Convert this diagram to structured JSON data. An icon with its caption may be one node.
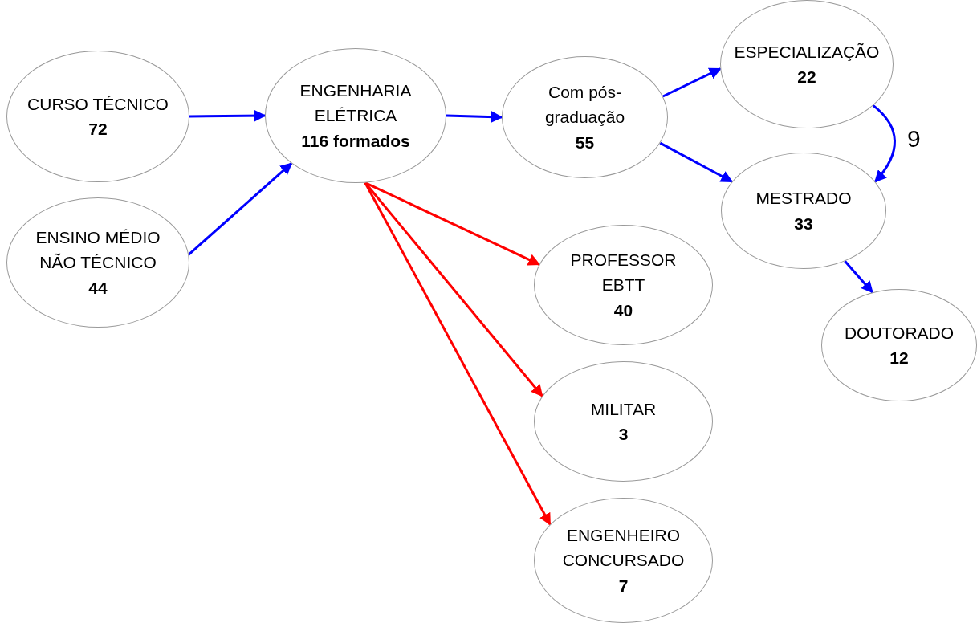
{
  "diagram": {
    "nodes": [
      {
        "text": [
          "CURSO TÉCNICO",
          "72"
        ]
      },
      {
        "text": [
          "ENSINO MÉDIO NÃO TÉCNICO",
          "44"
        ]
      },
      {
        "text": [
          "ENGENHARIA ELÉTRICA",
          "116 formados"
        ]
      },
      {
        "text": [
          "Com pós-graduação",
          "55"
        ]
      },
      {
        "text": [
          "ESPECIALIZAÇÃO",
          "22"
        ]
      },
      {
        "text": [
          "MESTRADO",
          "33"
        ]
      },
      {
        "text": [
          "PROFESSOR EBTT",
          "40"
        ]
      },
      {
        "text": [
          "DOUTORADO",
          "12"
        ]
      },
      {
        "text": [
          "MILITAR",
          "3"
        ]
      },
      {
        "text": [
          "ENGENHEIRO CONCURSADO",
          "7"
        ]
      }
    ],
    "edges": [
      {
        "from": 0,
        "to": 2,
        "arrow": "to"
      },
      {
        "from": 1,
        "to": 2,
        "arrow": "to"
      },
      {
        "from": 2,
        "to": 3,
        "arrow": "to"
      },
      {
        "from": 3,
        "to": 4,
        "arrow": "to"
      },
      {
        "from": 3,
        "to": 5,
        "arrow": "to"
      },
      {
        "from": 4,
        "to": 5,
        "arrow": "to",
        "label": "9"
      },
      {
        "from": 5,
        "to": 7,
        "arrow": "to"
      },
      {
        "from": 2,
        "to": 6,
        "arrow": "to",
        "color": "#ff0000"
      },
      {
        "from": 2,
        "to": 8,
        "arrow": "to",
        "color": "#ff0000"
      },
      {
        "from": 2,
        "to": 9,
        "arrow": "to",
        "color": "#ff0000"
      }
    ]
  }
}
